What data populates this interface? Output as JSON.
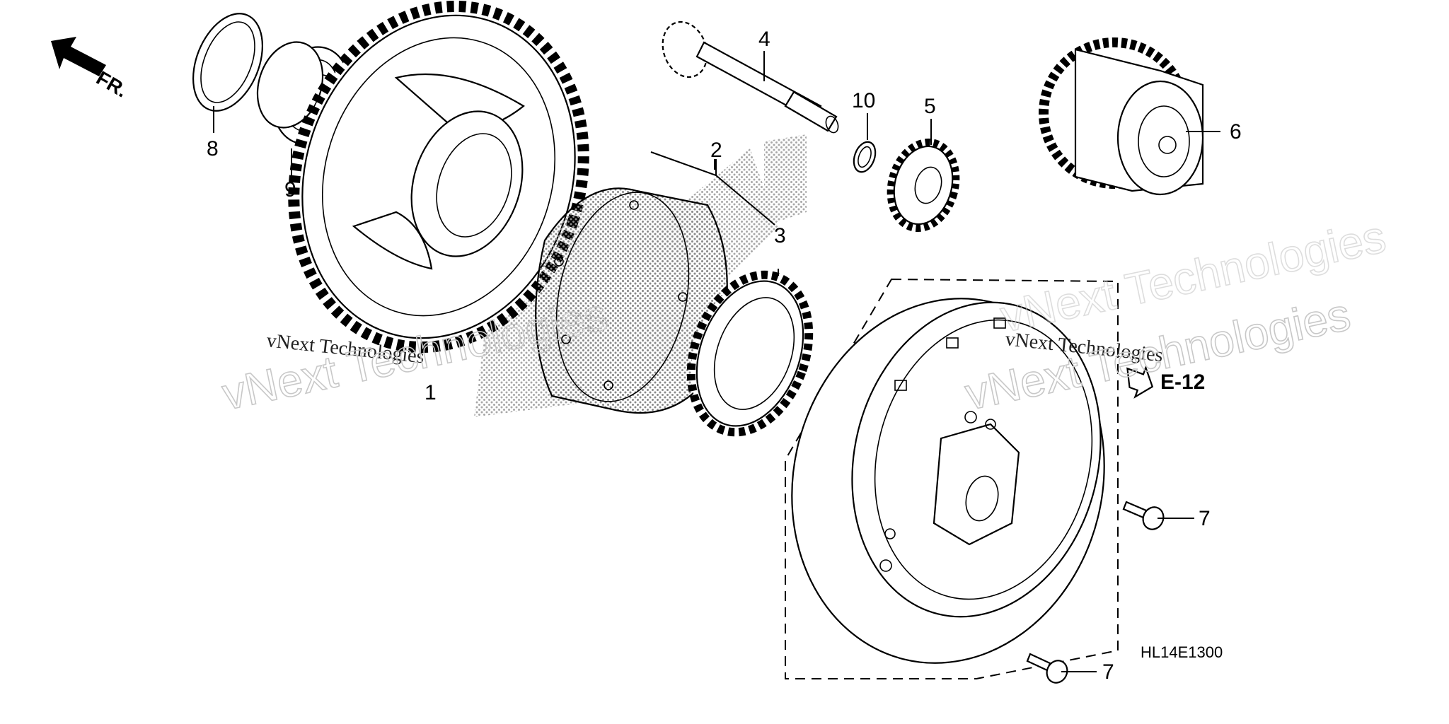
{
  "diagram": {
    "direction_label": "FR.",
    "reference_label": "E-12",
    "drawing_code": "HL14E1300",
    "callouts": [
      "1",
      "2",
      "3",
      "4",
      "5",
      "6",
      "7",
      "7",
      "8",
      "9",
      "10"
    ],
    "watermarks": [
      "vNext Technologies",
      "vNext Technologies",
      "vNext Technologies",
      "vNext Technologies",
      "vNext Technologies"
    ]
  },
  "icons": {
    "direction_arrow": "front-arrow-icon",
    "reference_arrow": "reference-arrow-icon"
  },
  "colors": {
    "line": "#000000",
    "background": "#ffffff",
    "watermark": "#c8c8c8",
    "dots": "#9a9a9a"
  }
}
